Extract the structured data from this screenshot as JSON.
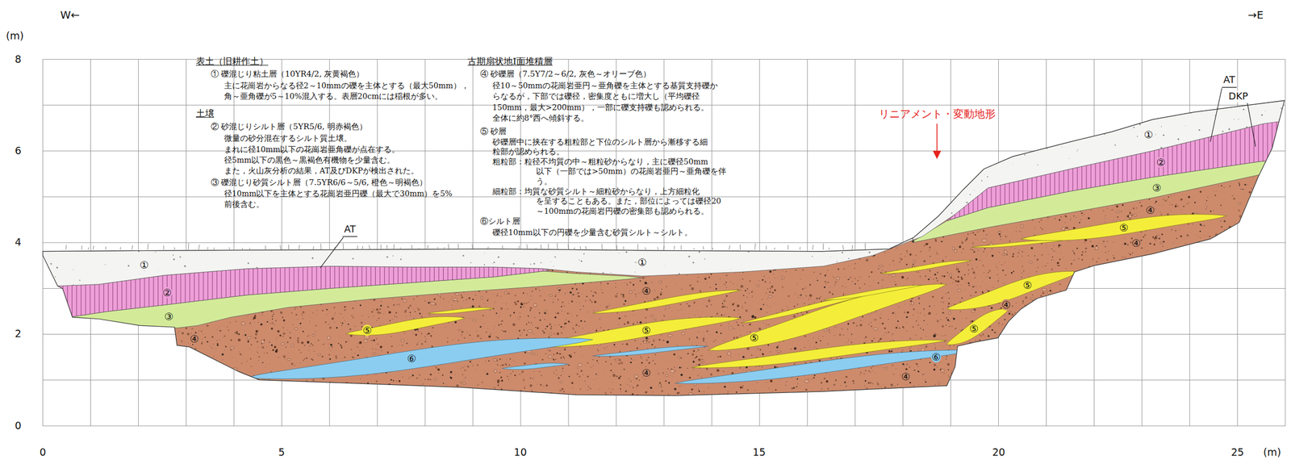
{
  "diagram": {
    "labels": [
      "W←",
      "→E",
      "(m)",
      "8",
      "表土（旧耕作土）",
      "① 礫混じり粘土層（10YR4/2, 灰黄褐色）",
      "主に花崗岩からなる径2～10mmの礫を主体とする（最大50mm），",
      "角～亜角礫が5～10%混入する。表層20cmには稲根が多い。",
      "土壌",
      "② 砂混じりシルト層（5YR5/6, 明赤褐色）",
      "微量の砂分混在するシルト質土壌。",
      "まれに径10mm以下の花崗岩亜角礫が点在する。",
      "径5mm以下の黒色～黒褐色有機物を少量含む。",
      "また，火山灰分析の結果，AT及びDKPが検出された。",
      "③ 礫混じり砂質シルト層（7.5YR6/6～5/6, 橙色～明褐色）",
      "径10mm以下を主体とする花崗岩亜円礫（最大で30mm）を5%",
      "前後含む。",
      "古期扇状地Ⅰ面堆積層",
      "④ 砂礫層（7.5Y7/2～6/2, 灰色～オリーブ色）",
      "径10～50mmの花崗岩亜円～亜角礫を主体とする基質支持礫か",
      "らなるが，下部では礫径，密集度ともに増大し（平均礫径",
      "150mm，最大>200mm），一部に礫支持礫も認められる。",
      "全体に約8°西へ傾斜する。",
      "⑤ 砂層",
      "砂礫層中に挟在する粗粒部と下位のシルト層から漸移する細",
      "粒部が認められる。",
      "粗粒部：粒径不均質の中～粗粒砂からなり，主に礫径50mm",
      "以下（一部では>50mm）の花崗岩亜円～亜角礫を伴",
      "う。",
      "細粒部：均質な砂質シルト～細粒砂からなり，上方細粒化",
      "を呈することもある。また，部位によっては礫径20",
      "～100mmの花崗岩円礫の密集部も認められる。",
      "⑥シルト層",
      "礫径10mm以下の円礫を少量含む砂質シルト～シルト。",
      "6",
      "リニアメント・変動地形",
      "AT",
      "DKP",
      "AT",
      "①",
      "②",
      "③",
      "④",
      "4",
      "⑤",
      "④",
      "①",
      "①",
      "⑤",
      "②",
      "④",
      "④",
      "③",
      "⑤",
      "⑤",
      "⑤",
      "2",
      "⑤",
      "④",
      "⑥",
      "⑥",
      "④",
      "④",
      "0",
      "0",
      "5",
      "10",
      "15",
      "20",
      "25",
      "(m)"
    ]
  }
}
